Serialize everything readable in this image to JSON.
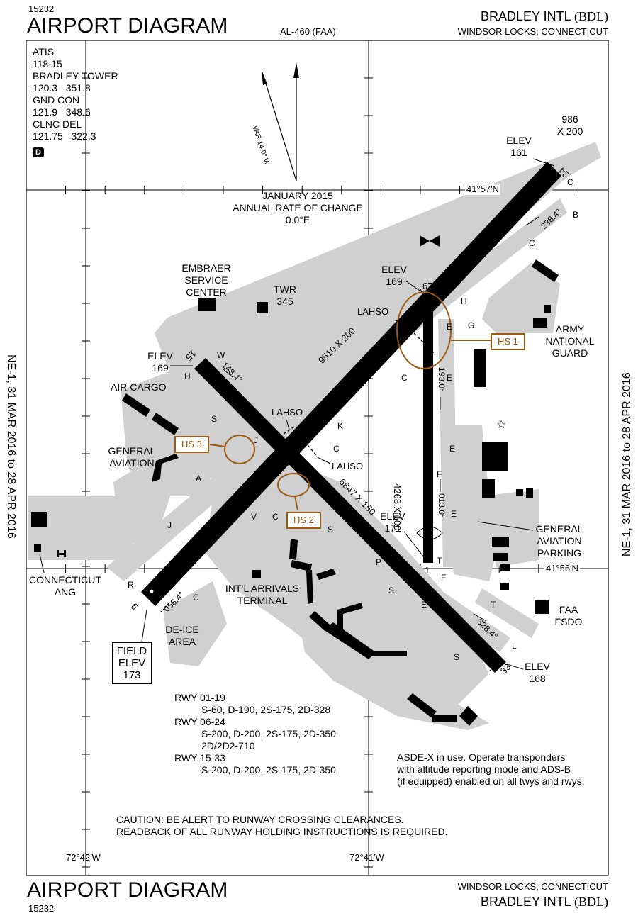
{
  "header": {
    "chart_number": "15232",
    "title": "AIRPORT DIAGRAM",
    "al_number": "AL-460 (FAA)",
    "airport_name": "BRADLEY INTL",
    "airport_id": "(BDL)",
    "location": "WINDSOR LOCKS, CONNECTICUT"
  },
  "footer": {
    "title": "AIRPORT DIAGRAM",
    "chart_number": "15232",
    "airport_name": "BRADLEY INTL",
    "airport_id": "(BDL)",
    "location": "WINDSOR LOCKS, CONNECTICUT"
  },
  "effective_dates": {
    "left": "NE-1, 31 MAR 2016 to 28 APR 2016",
    "right": "NE-1, 31 MAR 2016 to 28 APR 2016"
  },
  "frequencies": {
    "atis_label": "ATIS",
    "atis": "118.15",
    "tower_label": "BRADLEY TOWER",
    "tower": "120.3   351.8",
    "gnd_label": "GND CON",
    "gnd": "121.9   348.6",
    "clnc_label": "CLNC DEL",
    "clnc": "121.75   322.3",
    "d_badge": "D"
  },
  "magnetic": {
    "variation": "VAR 14.0° W",
    "date": "JANUARY 2015",
    "rate_label": "ANNUAL RATE OF CHANGE",
    "rate": "0.0°E"
  },
  "coords": {
    "lat_north": "41°57′N",
    "lat_south": "41°56′N",
    "lon_west": "72°42′W",
    "lon_east": "72°41′W"
  },
  "runways": {
    "r06_24_dim": "9510 X 200",
    "r01_19_dim": "4268 X 100",
    "r15_33_dim": "6847 X 150",
    "r24_ext_dim1": "986",
    "r24_ext_dim2": "X 200",
    "hdg_238": "238.4°",
    "hdg_148": "148.4°",
    "hdg_193": "193.0°",
    "hdg_013": "013.0°",
    "hdg_058": "058.4°",
    "hdg_328": "328.4°",
    "end_24": "24",
    "end_19": "19",
    "end_15": "15",
    "end_6": "6",
    "end_1": "1",
    "end_33": "33"
  },
  "elevations": {
    "elev_label": "ELEV",
    "e24": "161",
    "e19": "169",
    "e15": "169",
    "e1": "171",
    "e33": "168",
    "field_l1": "FIELD",
    "field_l2": "ELEV",
    "field_l3": "173"
  },
  "hot_spots": {
    "hs1": "HS 1",
    "hs2": "HS 2",
    "hs3": "HS 3"
  },
  "lahso": {
    "l1": "LAHSO",
    "l2": "LAHSO",
    "l3": "LAHSO"
  },
  "taxiways": {
    "c1": "C",
    "b": "B",
    "c2": "C",
    "h": "H",
    "g": "G",
    "c3": "C",
    "e1": "E",
    "e2": "E",
    "f1": "F",
    "e3": "E",
    "e4": "E",
    "e5": "E",
    "t1": "T",
    "t2": "T",
    "l": "L",
    "s1": "S",
    "s2": "S",
    "s3": "S",
    "s4": "S",
    "p": "P",
    "c4": "C",
    "k": "K",
    "j1": "J",
    "j2": "J",
    "s5": "S",
    "u": "U",
    "w": "W",
    "a": "A",
    "v": "V",
    "c5": "C",
    "c6": "C",
    "r": "R",
    "f2": "F"
  },
  "facilities": {
    "embraer_l1": "EMBRAER",
    "embraer_l2": "SERVICE",
    "embraer_l3": "CENTER",
    "twr_label": "TWR",
    "twr_elev": "345",
    "army_l1": "ARMY",
    "army_l2": "NATIONAL",
    "army_l3": "GUARD",
    "air_cargo": "AIR CARGO",
    "gen_av_l1": "GENERAL",
    "gen_av_l2": "AVIATION",
    "gap_l1": "GENERAL",
    "gap_l2": "AVIATION",
    "gap_l3": "PARKING",
    "ct_ang_l1": "CONNECTICUT",
    "ct_ang_l2": "ANG",
    "intl_l1": "INT’L ARRIVALS",
    "intl_l2": "TERMINAL",
    "deice_l1": "DE-ICE",
    "deice_l2": "AREA",
    "faa_l1": "FAA",
    "faa_l2": "FSDO"
  },
  "strength": {
    "r01_19": "RWY 01-19",
    "r01_19_v": "S-60, D-190, 2S-175, 2D-328",
    "r06_24": "RWY 06-24",
    "r06_24_v1": "S-200, D-200, 2S-175, 2D-350",
    "r06_24_v2": "2D/2D2-710",
    "r15_33": "RWY 15-33",
    "r15_33_v": "S-200, D-200, 2S-175, 2D-350"
  },
  "notes": {
    "asde_l1": "ASDE-X in use. Operate transponders",
    "asde_l2": "with altitude reporting mode and ADS-B",
    "asde_l3": "(if equipped) enabled on all twys and rwys.",
    "caution": "CAUTION: BE ALERT TO RUNWAY CROSSING CLEARANCES.",
    "readback": "READBACK OF ALL RUNWAY HOLDING INSTRUCTIONS IS REQUIRED."
  },
  "colors": {
    "runway": "#000000",
    "pavement": "#d0d0d0",
    "hot_spot": "#9a5a12",
    "border": "#000000"
  },
  "chart_data": {
    "type": "table",
    "runways": [
      {
        "designation": "06-24",
        "length_ft": 9510,
        "width_ft": 200,
        "headings": [
          "058.4°",
          "238.4°"
        ],
        "elev_ends": [
          173,
          161
        ]
      },
      {
        "designation": "01-19",
        "length_ft": 4268,
        "width_ft": 100,
        "headings": [
          "013.0°",
          "193.0°"
        ],
        "elev_ends": [
          171,
          169
        ]
      },
      {
        "designation": "15-33",
        "length_ft": 6847,
        "width_ft": 150,
        "headings": [
          "148.4°",
          "328.4°"
        ],
        "elev_ends": [
          169,
          168
        ]
      }
    ]
  }
}
